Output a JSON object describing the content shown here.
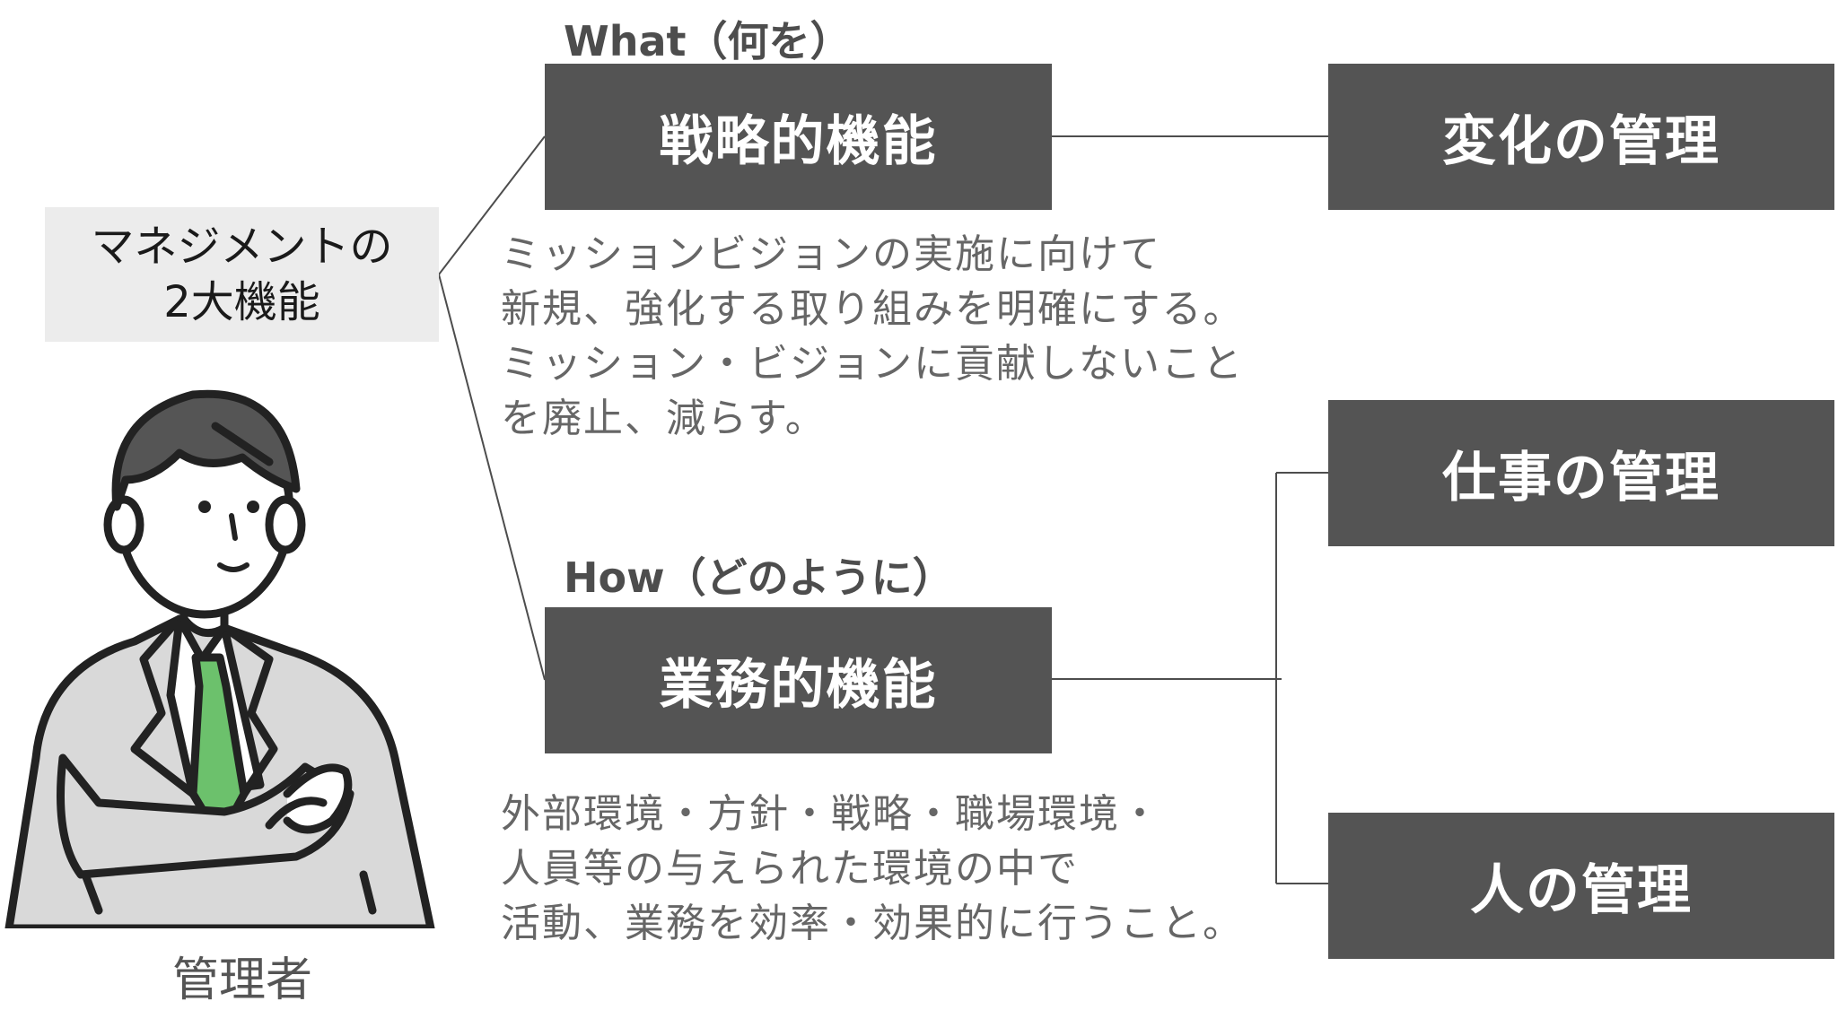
{
  "label": {
    "line1": "マネジメントの",
    "line2": "2大機能"
  },
  "strategic": {
    "heading": "What（何を）",
    "box": "戦略的機能",
    "desc": [
      "ミッションビジョンの実施に向けて",
      "新規、強化する取り組みを明確にする。",
      "ミッション・ビジョンに貢献しないこと",
      "を廃止、減らす。"
    ]
  },
  "operational": {
    "heading": "How（どのように）",
    "box": "業務的機能",
    "desc": [
      "外部環境・方針・戦略・職場環境・",
      "人員等の与えられた環境の中で",
      "活動、業務を効率・効果的に行うこと。"
    ]
  },
  "right_boxes": {
    "change": "変化の管理",
    "work": "仕事の管理",
    "people": "人の管理"
  },
  "person": {
    "icon": "businessman-icon",
    "caption": "管理者"
  },
  "colors": {
    "box_fill": "#545454",
    "label_fill": "#ececec",
    "tie": "#6cc16c",
    "suit": "#d9d9d9",
    "hair": "#555555",
    "line": "#4d4d4d"
  }
}
